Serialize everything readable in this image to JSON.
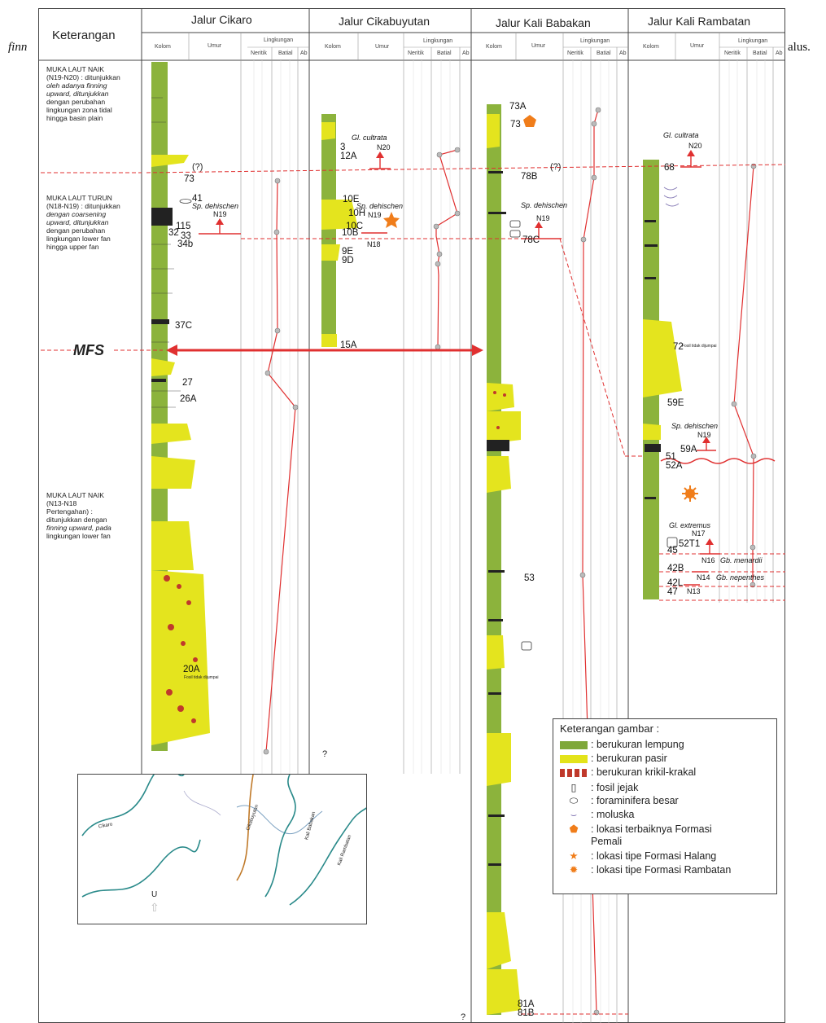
{
  "background_text": {
    "left": "finn",
    "right": "alus."
  },
  "header": {
    "keterangan": "Keterangan",
    "tracks": [
      "Jalur Cikaro",
      "Jalur Cikabuyutan",
      "Jalur Kali Babakan",
      "Jalur Kali Rambatan"
    ],
    "sub": {
      "kolom": "Kolom",
      "umur": "Umur",
      "lingkungan": "Lingkungan",
      "neritik": "Neritik",
      "batial": "Batial",
      "ab": "Ab"
    }
  },
  "descriptions": [
    {
      "lines": [
        "MUKA LAUT NAIK",
        "(N19-N20) : ditunjukkan",
        "oleh adanya finning",
        "upward, ditunjukkan",
        "dengan perubahan",
        "lingkungan zona tidal",
        "hingga basin plain"
      ]
    },
    {
      "lines": [
        "MUKA LAUT TURUN",
        "(N18-N19) : ditunjukkan",
        "dengan coarsening",
        "upward, ditunjukkan",
        "dengan perubahan",
        "lingkungan lower fan",
        "hingga upper fan"
      ]
    },
    {
      "lines": [
        "MUKA LAUT NAIK",
        "(N13-N18",
        "Pertengahan) :",
        "ditunjukkan dengan",
        "finning upward, pada",
        "lingkungan lower fan"
      ]
    }
  ],
  "mfs": "MFS",
  "cikaro_labels": [
    "73",
    "41",
    "115",
    "32",
    "33",
    "34b",
    "37C",
    "27",
    "26A",
    "20A"
  ],
  "cikaro_fossil_note": "Fosil tidak dijumpai",
  "cikabuyutan_labels": [
    "3",
    "12A",
    "10E",
    "10H",
    "10C",
    "10B",
    "9E",
    "9D",
    "15A"
  ],
  "babakan_labels": [
    "73A",
    "73",
    "78B",
    "78C",
    "53",
    "81A",
    "81B"
  ],
  "rambatan_labels": [
    "68",
    "72",
    "59E",
    "59A",
    "51",
    "52A",
    "52T1",
    "45",
    "42B",
    "42L",
    "47"
  ],
  "rambatan_fossil_note": "Fosil tidak dijumpai",
  "biostrat": {
    "gl_cultrata": "Gl. cultrata",
    "sp_dehischen": "Sp. dehischen",
    "gl_extremus": "Gl. extremus",
    "gb_menardii": "Gb. menardii",
    "gb_nepenthes": "Gb. nepenthes",
    "n20": "N20",
    "n19": "N19",
    "n18": "N18",
    "n17": "N17",
    "n16": "N16",
    "n14": "N14",
    "n13": "N13"
  },
  "query_marks": [
    "(?)",
    "(?)",
    "?",
    "?"
  ],
  "legend": {
    "title": "Keterangan gambar :",
    "items": [
      ": berukuran lempung",
      ": berukuran pasir",
      ": berukuran krikil-krakal",
      ": fosil jejak",
      ": foraminifera besar",
      ": moluska",
      ": lokasi terbaiknya Formasi",
      "Pemali",
      ": lokasi tipe Formasi Halang",
      ": lokasi tipe Formasi Rambatan"
    ]
  },
  "map": {
    "rivers": [
      "Cikaro",
      "Cikabuyutan",
      "Kali Babakan",
      "Kali Rambatan"
    ],
    "north": "U"
  },
  "colors": {
    "clay": "#7fa83a",
    "sand": "#e3e31a",
    "gravel": "#c0392b",
    "red_line": "#e03030",
    "marker": "#f07d1a"
  }
}
